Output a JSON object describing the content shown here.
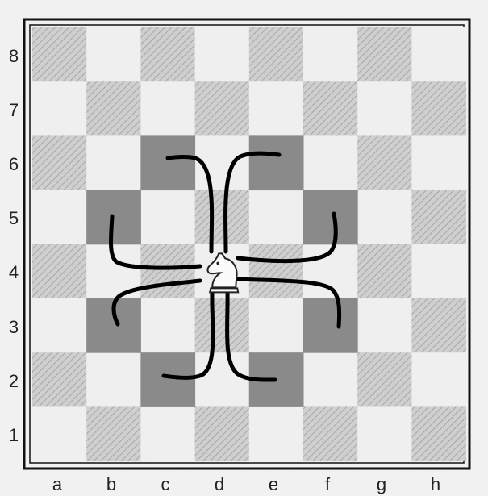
{
  "board": {
    "files": [
      "a",
      "b",
      "c",
      "d",
      "e",
      "f",
      "g",
      "h"
    ],
    "ranks": [
      "8",
      "7",
      "6",
      "5",
      "4",
      "3",
      "2",
      "1"
    ]
  },
  "piece": {
    "type": "knight",
    "color": "white",
    "square": "d4",
    "icon": "white-knight-icon"
  },
  "highlighted_squares": [
    "c6",
    "e6",
    "b5",
    "f5",
    "b3",
    "f3",
    "c2",
    "e2"
  ],
  "colors": {
    "light_square": "#efefef",
    "dark_square": "#c9c9c9",
    "dark_hatch": "#9d9d9d",
    "highlight_square": "#8a8a8a",
    "move_line": "#000000",
    "border": "#111111"
  }
}
